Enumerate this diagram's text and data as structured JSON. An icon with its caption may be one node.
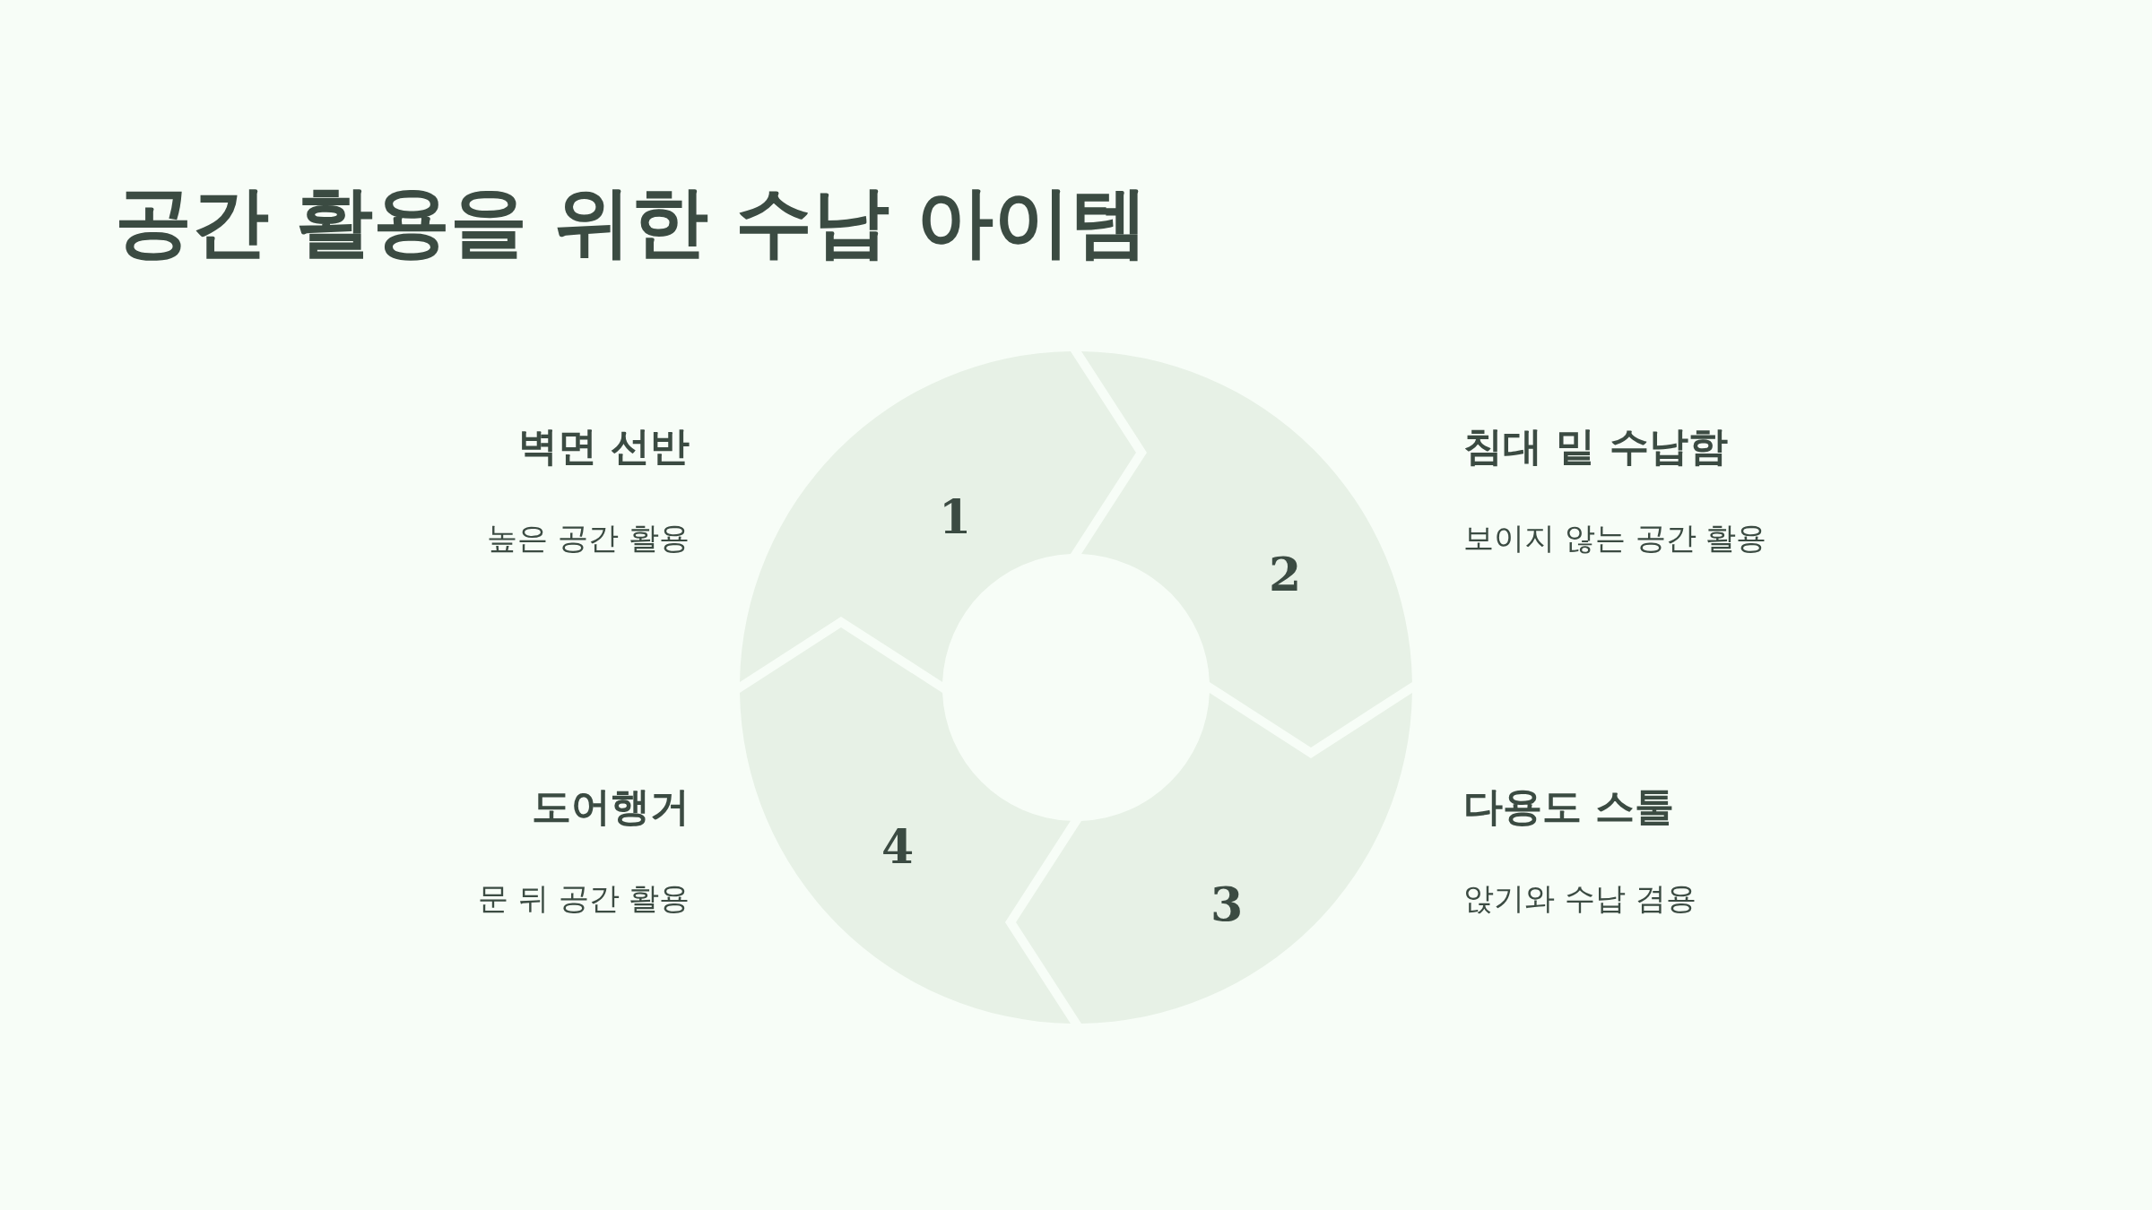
{
  "diagram": {
    "title": "공간 활용을 위한 수납 아이템",
    "nodes": [
      {
        "text": [
          "1"
        ],
        "beside": [
          "벽면 선반",
          "높은 공간 활용"
        ]
      },
      {
        "text": [
          "2"
        ],
        "beside": [
          "침대 밑 수납함",
          "보이지 않는 공간 활용"
        ]
      },
      {
        "text": [
          "3"
        ],
        "beside": [
          "다용도 스툴",
          "앉기와 수납 겸용"
        ]
      },
      {
        "text": [
          "4"
        ],
        "beside": [
          "도어행거",
          "문 뒤 공간 활용"
        ]
      }
    ]
  }
}
